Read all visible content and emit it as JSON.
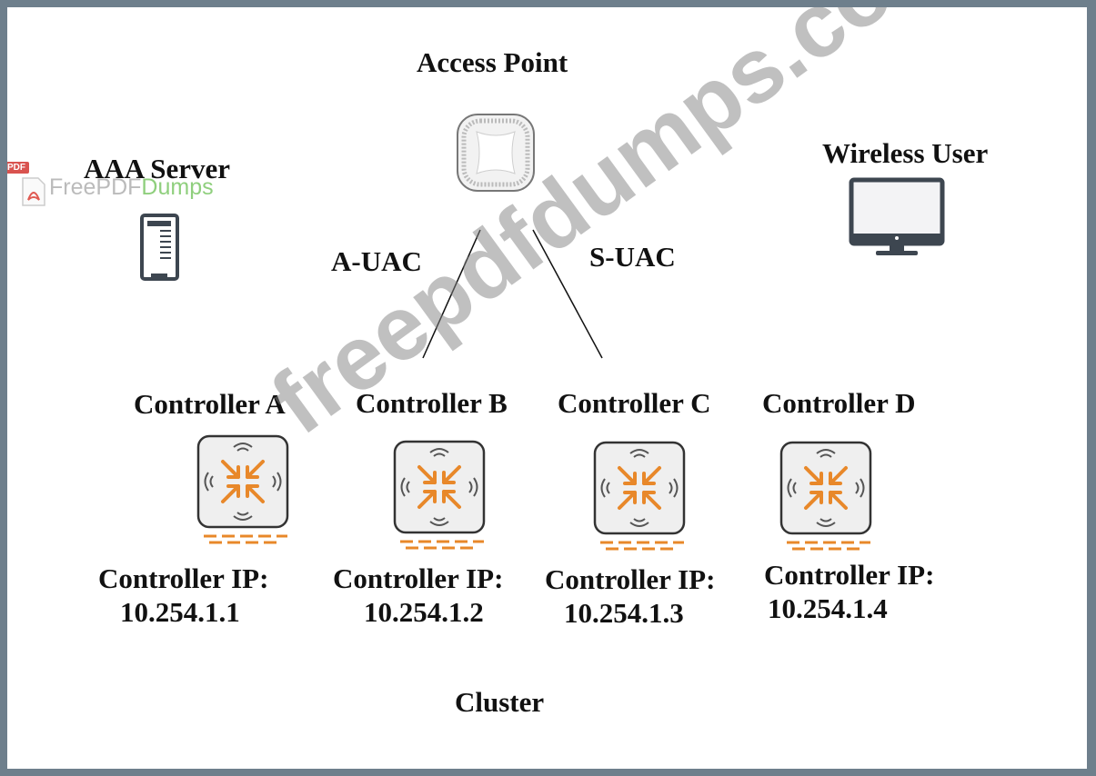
{
  "diagram": {
    "access_point_label": "Access Point",
    "aaa_server_label": "AAA Server",
    "wireless_user_label": "Wireless User",
    "a_uac_label": "A-UAC",
    "s_uac_label": "S-UAC",
    "cluster_label": "Cluster",
    "controllers": [
      {
        "name": "Controller A",
        "ip_label": "Controller IP:",
        "ip": "10.254.1.1"
      },
      {
        "name": "Controller B",
        "ip_label": "Controller IP:",
        "ip": "10.254.1.2"
      },
      {
        "name": "Controller C",
        "ip_label": "Controller IP:",
        "ip": "10.254.1.3"
      },
      {
        "name": "Controller D",
        "ip_label": "Controller IP:",
        "ip": "10.254.1.4"
      }
    ]
  },
  "watermarks": {
    "logo_badge": "PDF",
    "logo_free": "FreePDF",
    "logo_dumps": "Dumps",
    "diagonal": "freepdfdumps.com"
  },
  "colors": {
    "frame": "#6e7f8c",
    "arrow_orange": "#e8882a",
    "text": "#111111"
  }
}
